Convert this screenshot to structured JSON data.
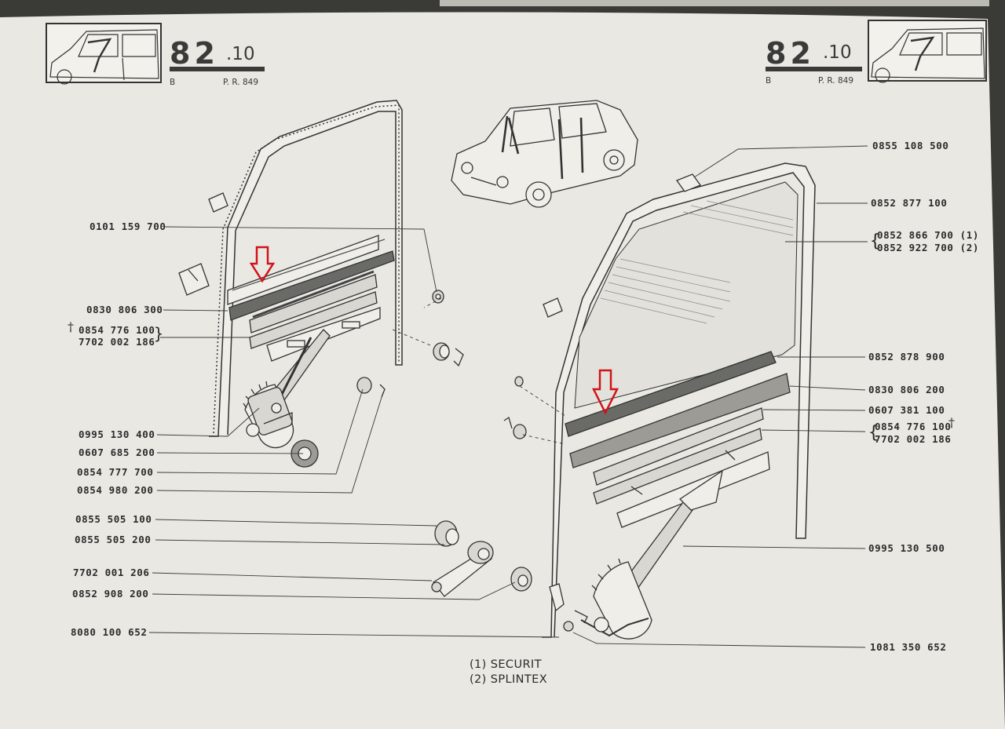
{
  "header": {
    "left": {
      "number": "82",
      "suffix": ".10",
      "letter": "B",
      "ref": "P. R. 849"
    },
    "right": {
      "number": "82",
      "suffix": ".10",
      "letter": "B",
      "ref": "P. R. 849"
    }
  },
  "left_labels": {
    "p0101159700": "0101 159 700",
    "p0830806300": "0830 806 300",
    "dagger": "†",
    "p0854776100": "0854 776 100",
    "p7702002186": "7702 002 186",
    "brace": "}",
    "p0995130400": "0995 130 400",
    "p0607685200": "0607 685 200",
    "p0854777700": "0854 777 700",
    "p0854980200": "0854 980 200",
    "p0855505100": "0855 505 100",
    "p0855505200": "0855 505 200",
    "p7702001206": "7702 001 206",
    "p0852908200": "0852 908 200",
    "p8080100652": "8080 100 652"
  },
  "right_labels": {
    "p0855108500": "0855 108 500",
    "p0852877100": "0852 877 100",
    "brace1": "{",
    "p0852866700": "0852 866 700 (1)",
    "p0852922700": "0852 922 700 (2)",
    "p0852878900": "0852 878 900",
    "p0830806200": "0830 806 200",
    "p0607381100": "0607 381 100",
    "brace2": "{",
    "p0854776100": "0854 776 100",
    "dagger": "†",
    "p7702002186": "7702 002 186",
    "p0995130500": "0995 130 500",
    "p1081350652": "1081 350 652"
  },
  "footnotes": {
    "line1": "(1) SECURIT",
    "line2": "(2) SPLINTEX"
  },
  "colors": {
    "paper": "#e9e8e3",
    "ink": "#2b2b2a",
    "arrow": "#d0141a"
  },
  "icons": [
    "car-thumbnail-icon",
    "car-overview-icon",
    "down-arrow-icon"
  ]
}
